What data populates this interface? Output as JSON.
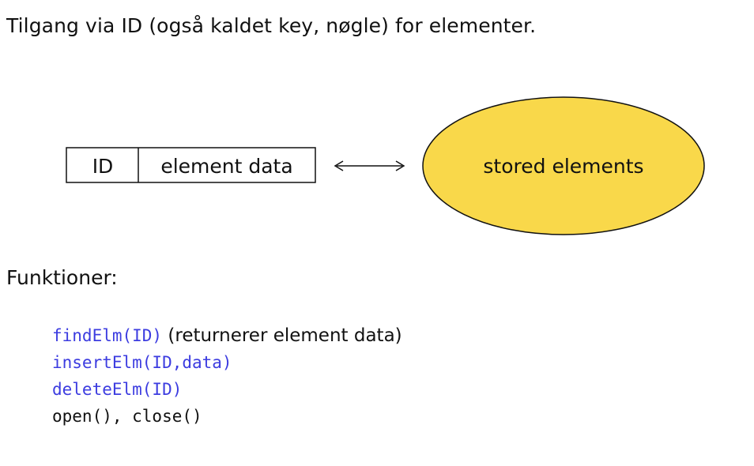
{
  "heading": "Tilgang via ID (også kaldet key, nøgle) for elementer.",
  "diagram": {
    "record_fields": [
      "ID",
      "element data"
    ],
    "arrow": "bidirectional",
    "store_label": "stored elements",
    "store_fill": "#f9d84a"
  },
  "functions_label": "Funktioner:",
  "functions": [
    {
      "code": "findElm(ID)",
      "note": " (returnerer element data)"
    },
    {
      "code": "insertElm(ID,data)",
      "note": ""
    },
    {
      "code": "deleteElm(ID)",
      "note": ""
    },
    {
      "code": "open(), close()",
      "note": ""
    }
  ],
  "colors": {
    "code_blue": "#3c3ce0",
    "text": "#111111"
  }
}
